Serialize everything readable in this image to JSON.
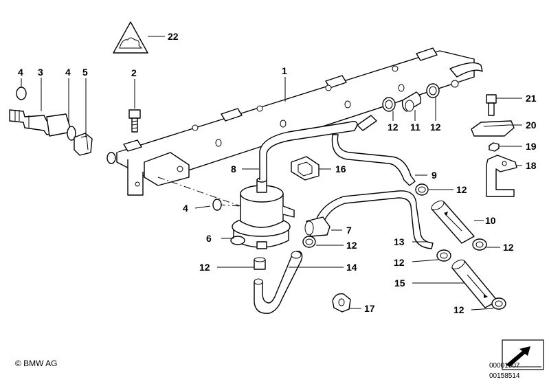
{
  "callouts": {
    "c1": "1",
    "c2": "2",
    "c3": "3",
    "c4a": "4",
    "c4b": "4",
    "c4c": "4",
    "c5": "5",
    "c6": "6",
    "c7": "7",
    "c8": "8",
    "c9": "9",
    "c10": "10",
    "c11": "11",
    "c12a": "12",
    "c12b": "12",
    "c12c": "12",
    "c12d": "12",
    "c12e": "12",
    "c12f": "12",
    "c12g": "12",
    "c12h": "12",
    "c13": "13",
    "c14": "14",
    "c15": "15",
    "c16": "16",
    "c17": "17",
    "c18": "18",
    "c19": "19",
    "c20": "20",
    "c21": "21",
    "c22": "22"
  },
  "footer": {
    "copyright": "© BMW AG",
    "doc_id_1": "00001907",
    "doc_id_2": "00158514"
  }
}
